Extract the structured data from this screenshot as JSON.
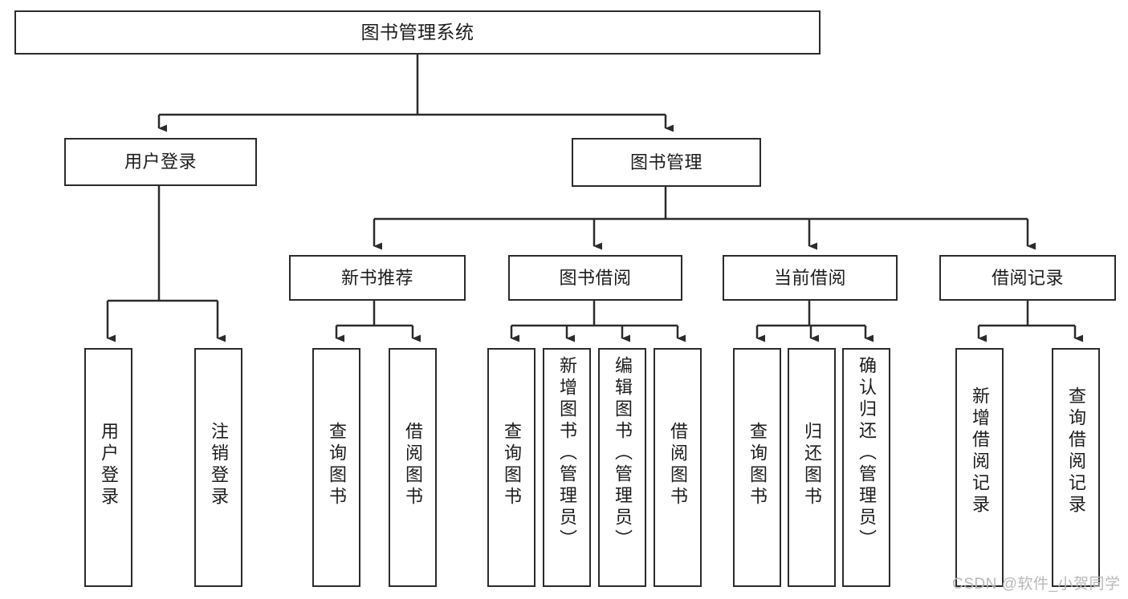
{
  "diagram": {
    "title": "图书管理系统",
    "type": "tree",
    "watermark": "CSDN @软件_小贺同学",
    "colors": {
      "stroke": "#2b2b2b",
      "fill": "#ffffff",
      "text": "#1c1c1c",
      "watermark": "#b9b9b9"
    },
    "nodes": {
      "root": {
        "label": "图书管理系统"
      },
      "level2": [
        {
          "label": "用户登录"
        },
        {
          "label": "图书管理"
        }
      ],
      "level3": [
        {
          "label": "新书推荐"
        },
        {
          "label": "图书借阅"
        },
        {
          "label": "当前借阅"
        },
        {
          "label": "借阅记录"
        }
      ],
      "leaves": {
        "user_login": [
          {
            "label": "用户登录"
          },
          {
            "label": "注销登录"
          }
        ],
        "new_book": [
          {
            "label": "查询图书"
          },
          {
            "label": "借阅图书"
          }
        ],
        "book_borrow": [
          {
            "label": "查询图书"
          },
          {
            "label": "新增图书（管理员）"
          },
          {
            "label": "编辑图书（管理员）"
          },
          {
            "label": "借阅图书"
          }
        ],
        "current_borrow": [
          {
            "label": "查询图书"
          },
          {
            "label": "归还图书"
          },
          {
            "label": "确认归还（管理员）"
          }
        ],
        "borrow_record": [
          {
            "label": "新增借阅记录"
          },
          {
            "label": "查询借阅记录"
          }
        ]
      }
    }
  }
}
